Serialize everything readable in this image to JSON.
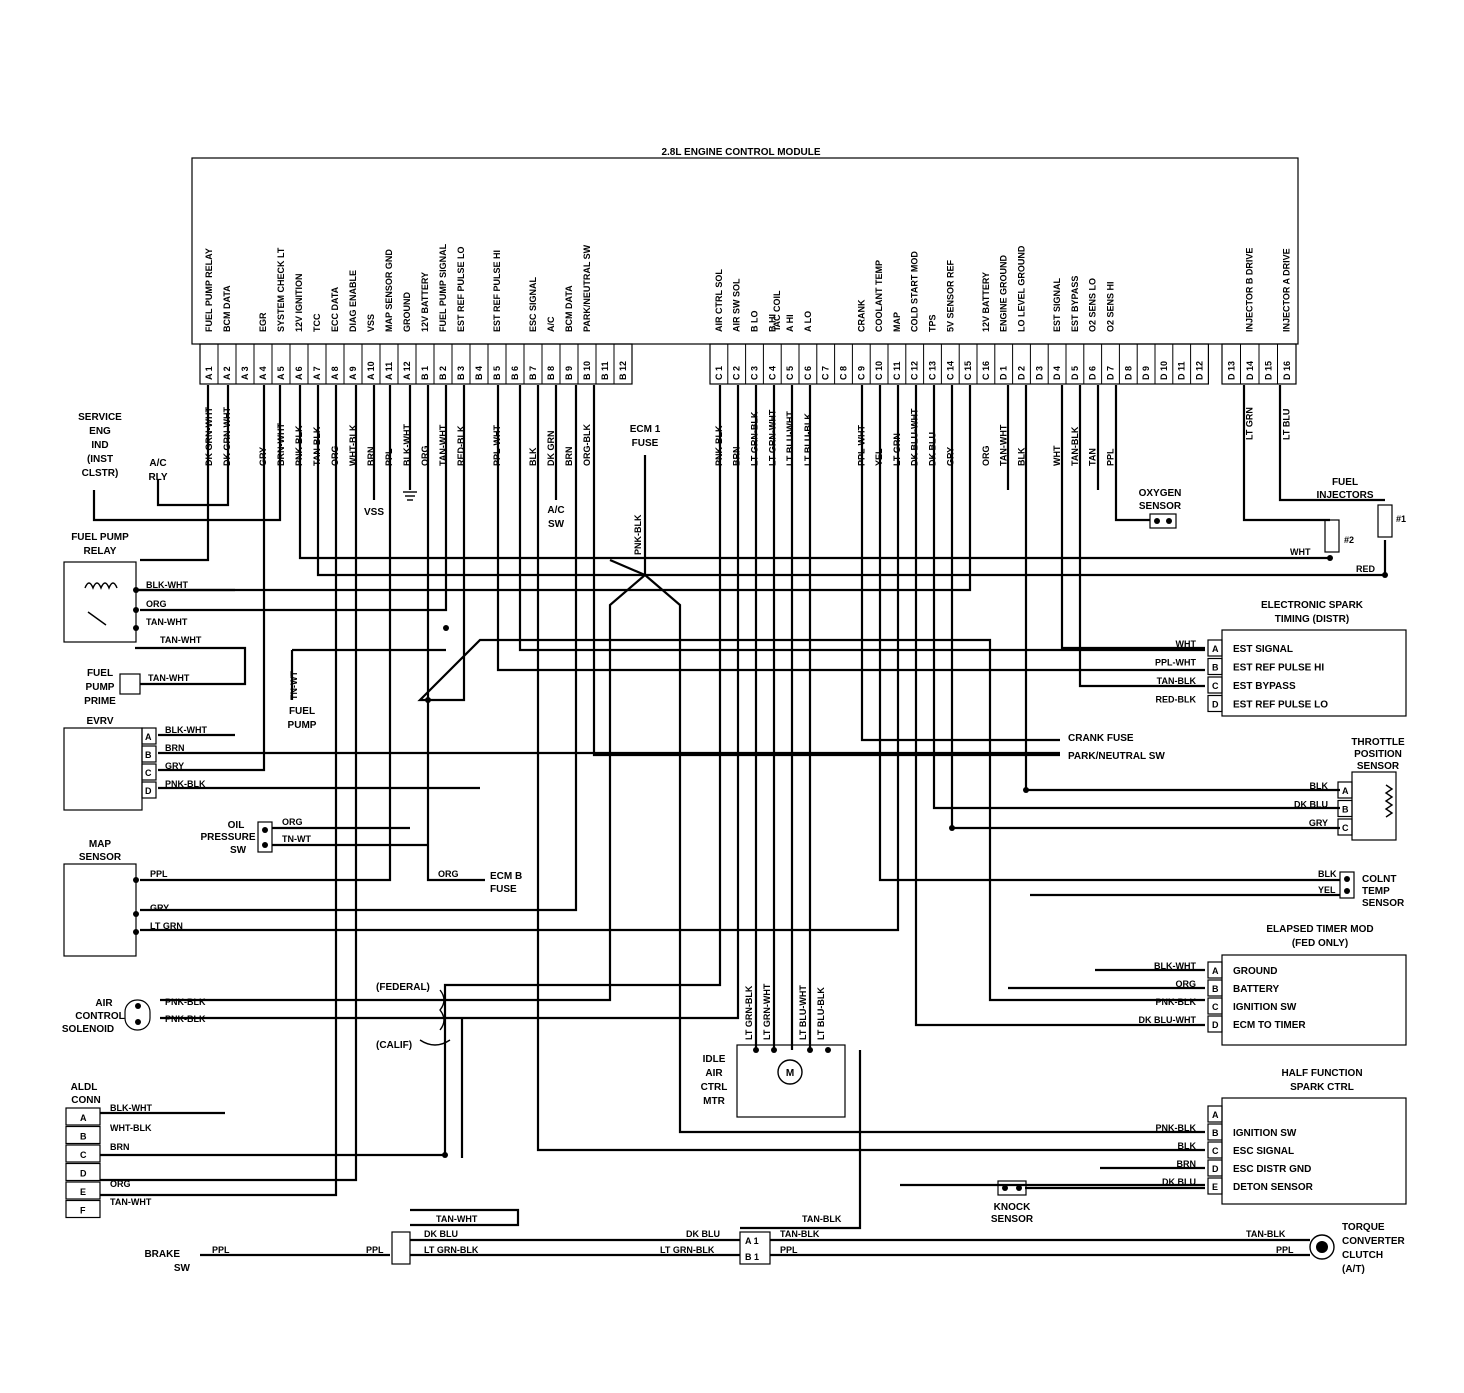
{
  "module_title": "2.8L ENGINE CONTROL MODULE",
  "functions_a": [
    "FUEL PUMP RELAY",
    "BCM DATA",
    "",
    "EGR",
    "SYSTEM CHECK LT",
    "12V IGNITION",
    "TCC",
    "ECC DATA",
    "DIAG ENABLE",
    "VSS",
    "MAP SENSOR GND",
    "GROUND",
    "12V BATTERY",
    "FUEL PUMP SIGNAL",
    "EST REF PULSE LO",
    "",
    "EST REF PULSE HI",
    "",
    "ESC SIGNAL",
    "A/C",
    "BCM DATA",
    "PARK/NEUTRAL SW"
  ],
  "pins_a": [
    "A 1",
    "A 2",
    "A 3",
    "A 4",
    "A 5",
    "A 6",
    "A 7",
    "A 8",
    "A 9",
    "A 10",
    "A 11",
    "A 12",
    "B 1",
    "B 2",
    "B 3",
    "B 4",
    "B 5",
    "B 6",
    "B 7",
    "B 8",
    "B 9",
    "B 10",
    "B 11",
    "B 12"
  ],
  "wires_a": [
    "DK GRN-WHT",
    "DK GRN-WHT",
    "",
    "GRY",
    "BRN-WHT",
    "PNK-BLK",
    "TAN-BLK",
    "ORG",
    "WHT-BLK",
    "BRN",
    "PPL",
    "BLK-WHT",
    "ORG",
    "TAN-WHT",
    "RED-BLK",
    "",
    "PPL-WHT",
    "",
    "BLK",
    "DK GRN",
    "BRN",
    "ORG-BLK",
    "",
    ""
  ],
  "functions_c": [
    "AIR CTRL SOL",
    "AIR SW SOL",
    "B LO",
    "B HI",
    "A HI",
    "A LO",
    "",
    "",
    "CRANK",
    "COOLANT TEMP",
    "MAP",
    "COLD START MOD",
    "TPS",
    "5V SENSOR REF",
    "",
    "12V BATTERY",
    "ENGINE GROUND",
    "LO LEVEL GROUND",
    "",
    "EST SIGNAL",
    "EST BYPASS",
    "O2 SENS LO",
    "O2 SENS HI"
  ],
  "iac_label": "IAC COIL",
  "pins_c": [
    "C 1",
    "C 2",
    "C 3",
    "C 4",
    "C 5",
    "C 6",
    "C 7",
    "C 8",
    "C 9",
    "C 10",
    "C 11",
    "C 12",
    "C 13",
    "C 14",
    "C 15",
    "C 16",
    "D 1",
    "D 2",
    "D 3",
    "D 4",
    "D 5",
    "D 6",
    "D 7",
    "D 8",
    "D 9",
    "D 10",
    "D 11",
    "D 12"
  ],
  "wires_c": [
    "PNK-BLK",
    "BRN",
    "LT GRN-BLK",
    "LT GRN-WHT",
    "LT BLU-WHT",
    "LT BLU-BLK",
    "",
    "",
    "PPL-WHT",
    "YEL",
    "LT GRN",
    "DK BLU-WHT",
    "DK BLU",
    "GRY",
    "",
    "ORG",
    "TAN-WHT",
    "BLK",
    "",
    "WHT",
    "TAN-BLK",
    "TAN",
    "PPL",
    "",
    "",
    "",
    "",
    ""
  ],
  "functions_inj": [
    "INJECTOR B DRIVE",
    "INJECTOR A DRIVE"
  ],
  "pins_inj": [
    "D 13",
    "D 14",
    "D 15",
    "D 16"
  ],
  "wires_inj": [
    "LT GRN",
    "LT BLU"
  ],
  "components": {
    "service_eng": [
      "SERVICE",
      "ENG",
      "IND",
      "(INST",
      "CLSTR)"
    ],
    "ac_rly": [
      "A/C",
      "RLY"
    ],
    "vss": "VSS",
    "ac_sw": [
      "A/C",
      "SW"
    ],
    "ecm1_fuse": [
      "ECM 1",
      "FUSE"
    ],
    "oxygen_sensor": [
      "OXYGEN",
      "SENSOR"
    ],
    "fuel_injectors": [
      "FUEL",
      "INJECTORS"
    ],
    "inj_tags": [
      "#2",
      "#1"
    ],
    "fuel_pump_relay": [
      "FUEL PUMP",
      "RELAY"
    ],
    "fuel_pump_prime": [
      "FUEL",
      "PUMP",
      "PRIME"
    ],
    "fuel_pump": [
      "FUEL",
      "PUMP"
    ],
    "evrv": "EVRV",
    "oil_pressure": [
      "OIL",
      "PRESSURE",
      "SW"
    ],
    "map_sensor": [
      "MAP",
      "SENSOR"
    ],
    "ecm_b_fuse": [
      "ECM B",
      "FUSE"
    ],
    "air_control": [
      "AIR",
      "CONTROL",
      "SOLENOID"
    ],
    "federal": "(FEDERAL)",
    "calif": "(CALIF)",
    "aldl": [
      "ALDL",
      "CONN"
    ],
    "idle_air": [
      "IDLE",
      "AIR",
      "CTRL",
      "MTR"
    ],
    "motor": "M",
    "brake_sw": [
      "BRAKE",
      "SW"
    ],
    "crank_fuse": "CRANK FUSE",
    "park_neutral": "PARK/NEUTRAL SW",
    "est": [
      "ELECTRONIC SPARK",
      "TIMING (DISTR)"
    ],
    "tps": [
      "THROTTLE",
      "POSITION",
      "SENSOR"
    ],
    "colnt": [
      "COLNT",
      "TEMP",
      "SENSOR"
    ],
    "elapsed": [
      "ELAPSED TIMER MOD",
      "(FED ONLY)"
    ],
    "half_function": [
      "HALF FUNCTION",
      "SPARK CTRL"
    ],
    "knock": [
      "KNOCK",
      "SENSOR"
    ],
    "tcc": [
      "TORQUE",
      "CONVERTER",
      "CLUTCH",
      "(A/T)"
    ]
  },
  "left_wires": {
    "relay": [
      "BLK-WHT",
      "ORG",
      "TAN-WHT",
      "TAN-WHT"
    ],
    "prime": "TAN-WHT",
    "fuel_pump_wire": "TN-WT",
    "evrv": [
      "BLK-WHT",
      "BRN",
      "GRY",
      "PNK-BLK"
    ],
    "oil": [
      "ORG",
      "TN-WT"
    ],
    "map": [
      "PPL",
      "GRY",
      "LT GRN"
    ],
    "ecm_b": "ORG",
    "air": [
      "PNK-BLK",
      "PNK-BLK"
    ],
    "aldl": [
      "BLK-WHT",
      "WHT-BLK",
      "BRN",
      "",
      "ORG",
      "TAN-WHT"
    ],
    "brake": [
      "PPL",
      "PPL",
      "TAN-WHT",
      "DK BLU",
      "LT GRN-BLK"
    ],
    "iac": [
      "LT GRN-BLK",
      "LT GRN-WHT",
      "LT BLU-WHT",
      "LT BLU-BLK"
    ],
    "inj_wires": [
      "WHT",
      "RED"
    ]
  },
  "conn_ab": [
    "A",
    "B",
    "C",
    "D",
    "E",
    "F"
  ],
  "bottom_conn": {
    "pins": [
      "A 1",
      "B 1"
    ],
    "left": [
      "DK BLU",
      "LT GRN-BLK"
    ],
    "right": [
      "TAN-BLK",
      "PPL"
    ],
    "top": "TAN-BLK"
  },
  "est_rows": [
    {
      "pin": "A",
      "wire": "WHT",
      "label": "EST SIGNAL"
    },
    {
      "pin": "B",
      "wire": "PPL-WHT",
      "label": "EST REF PULSE HI"
    },
    {
      "pin": "C",
      "wire": "TAN-BLK",
      "label": "EST BYPASS"
    },
    {
      "pin": "D",
      "wire": "RED-BLK",
      "label": "EST REF PULSE LO"
    }
  ],
  "tps_rows": [
    {
      "pin": "A",
      "wire": "BLK"
    },
    {
      "pin": "B",
      "wire": "DK BLU"
    },
    {
      "pin": "C",
      "wire": "GRY"
    }
  ],
  "colnt_rows": [
    "BLK",
    "YEL"
  ],
  "elapsed_rows": [
    {
      "pin": "A",
      "wire": "BLK-WHT",
      "label": "GROUND"
    },
    {
      "pin": "B",
      "wire": "ORG",
      "label": "BATTERY"
    },
    {
      "pin": "C",
      "wire": "PNK-BLK",
      "label": "IGNITION SW"
    },
    {
      "pin": "D",
      "wire": "DK BLU-WHT",
      "label": "ECM TO TIMER"
    }
  ],
  "half_rows": [
    {
      "pin": "A",
      "wire": "",
      "label": ""
    },
    {
      "pin": "B",
      "wire": "PNK-BLK",
      "label": "IGNITION SW"
    },
    {
      "pin": "C",
      "wire": "BLK",
      "label": "ESC SIGNAL"
    },
    {
      "pin": "D",
      "wire": "BRN",
      "label": "ESC DISTR GND"
    },
    {
      "pin": "E",
      "wire": "DK BLU",
      "label": "DETON SENSOR"
    }
  ],
  "tcc_wires": [
    "TAN-BLK",
    "PPL"
  ],
  "pnk_blk_vertical": "PNK-BLK"
}
